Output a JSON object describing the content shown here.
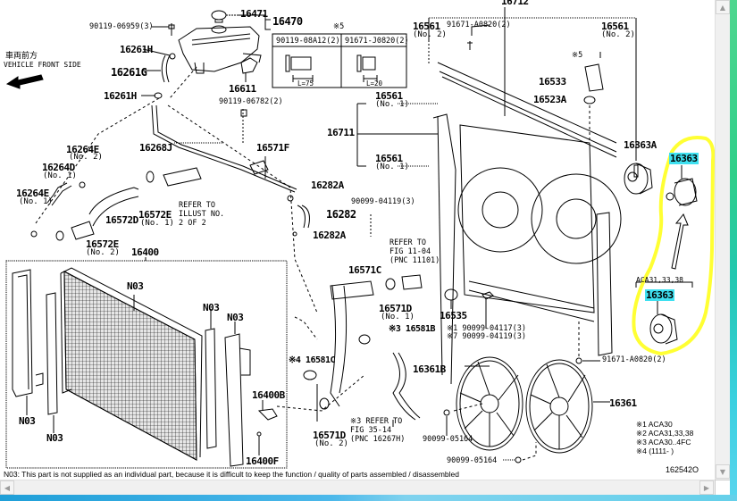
{
  "diagram": {
    "figure_id": "162542O",
    "direction": {
      "jp": "車両前方",
      "en": "VEHICLE FRONT SIDE"
    },
    "callouts": {
      "p16471": "16471",
      "p16470": "16470",
      "p90119_06959": "90119-06959(3)",
      "p16261H_a": "16261H",
      "p16261G": "16261G",
      "p16261H_b": "16261H",
      "p16611": "16611",
      "p90119_06782": "90119-06782(2)",
      "p16712": "16712",
      "p16561_n2_left": "16561",
      "p16561_n2_left_sub": "(No. 2)",
      "p91671_A0820_top": "91671-A0820(2)",
      "p16561_n2_right": "16561",
      "p16561_n2_right_sub": "(No. 2)",
      "p5_mark": "※5",
      "p16533": "16533",
      "p16523A": "16523A",
      "p16561_n1_top": "16561",
      "p16561_n1_top_sub": "(No. 1)",
      "p16711": "16711",
      "p16561_n1_bot": "16561",
      "p16561_n1_bot_sub": "(No. 1)",
      "p16363A": "16363A",
      "p16363_a": "16363",
      "p16363_b": "16363",
      "p_aca_range": "ACA31,33,38",
      "p16264E_n2": "16264E",
      "p16264E_n2_sub": "(No. 2)",
      "p16264D": "16264D",
      "p16264D_sub": "(No. 1)",
      "p16264E_n1": "16264E",
      "p16264E_n1_sub": "(No. 1)",
      "p16268J": "16268J",
      "p16571F": "16571F",
      "p16282A_a": "16282A",
      "p16282": "16282",
      "p16282A_b": "16282A",
      "p90099_04119_top": "90099-04119(3)",
      "p16572D": "16572D",
      "p16572E_n1": "16572E",
      "p16572E_n1_sub": "(No. 1)",
      "p16572E_n2": "16572E",
      "p16572E_n2_sub": "(No. 2)",
      "p_refer_illus": [
        "REFER TO",
        "ILLUST NO.",
        "2 OF 2"
      ],
      "p16400": "16400",
      "p_refer_fig11": [
        "REFER TO",
        "FIG 11-04",
        "(PNC 11101)"
      ],
      "p16571C": "16571C",
      "p16571D_n1": "16571D",
      "p16571D_n1_sub": "(No. 1)",
      "p16535": "16535",
      "p16581B": "※3 16581B",
      "p90099_04117": "※1 90099-04117(3)",
      "p90099_04119_b": "※7 90099-04119(3)",
      "p16581C": "※4 16581C",
      "p16361B": "16361B",
      "p91671_A0820_bot": "91671-A0820(2)",
      "p16361": "16361",
      "p_refer_fig35": [
        "※3 REFER TO",
        "FIG 35-14",
        "(PNC 16267H)"
      ],
      "p90099_05164_a": "90099-05164",
      "p90099_05164_b": "90099-05164",
      "p16571D_n2": "16571D",
      "p16571D_n2_sub": "(No. 2)",
      "p16400B": "16400B",
      "p16400F": "16400F",
      "n03": "N03"
    },
    "inset_table": {
      "mark": "※5",
      "col1_part": "90119-08A12(2)",
      "col1_dim": "L=75",
      "col2_part": "91671-J0820(2)",
      "col2_dim": "L=20"
    },
    "legend": [
      "※1 ACA30",
      "※2 ACA31,33,38",
      "※3 ACA30..4FC",
      "※4 (1111-      )"
    ],
    "footnote": "N03: This part is not supplied as an individual part, because it is difficult to keep the function / quality of parts assembled / disassembled",
    "highlight_color": "#ffff33",
    "label_highlight_color": "#3fe0f0"
  },
  "scrollbars": {
    "up_arrow": "▲",
    "down_arrow": "▼",
    "left_arrow": "◀",
    "right_arrow": "▶"
  }
}
